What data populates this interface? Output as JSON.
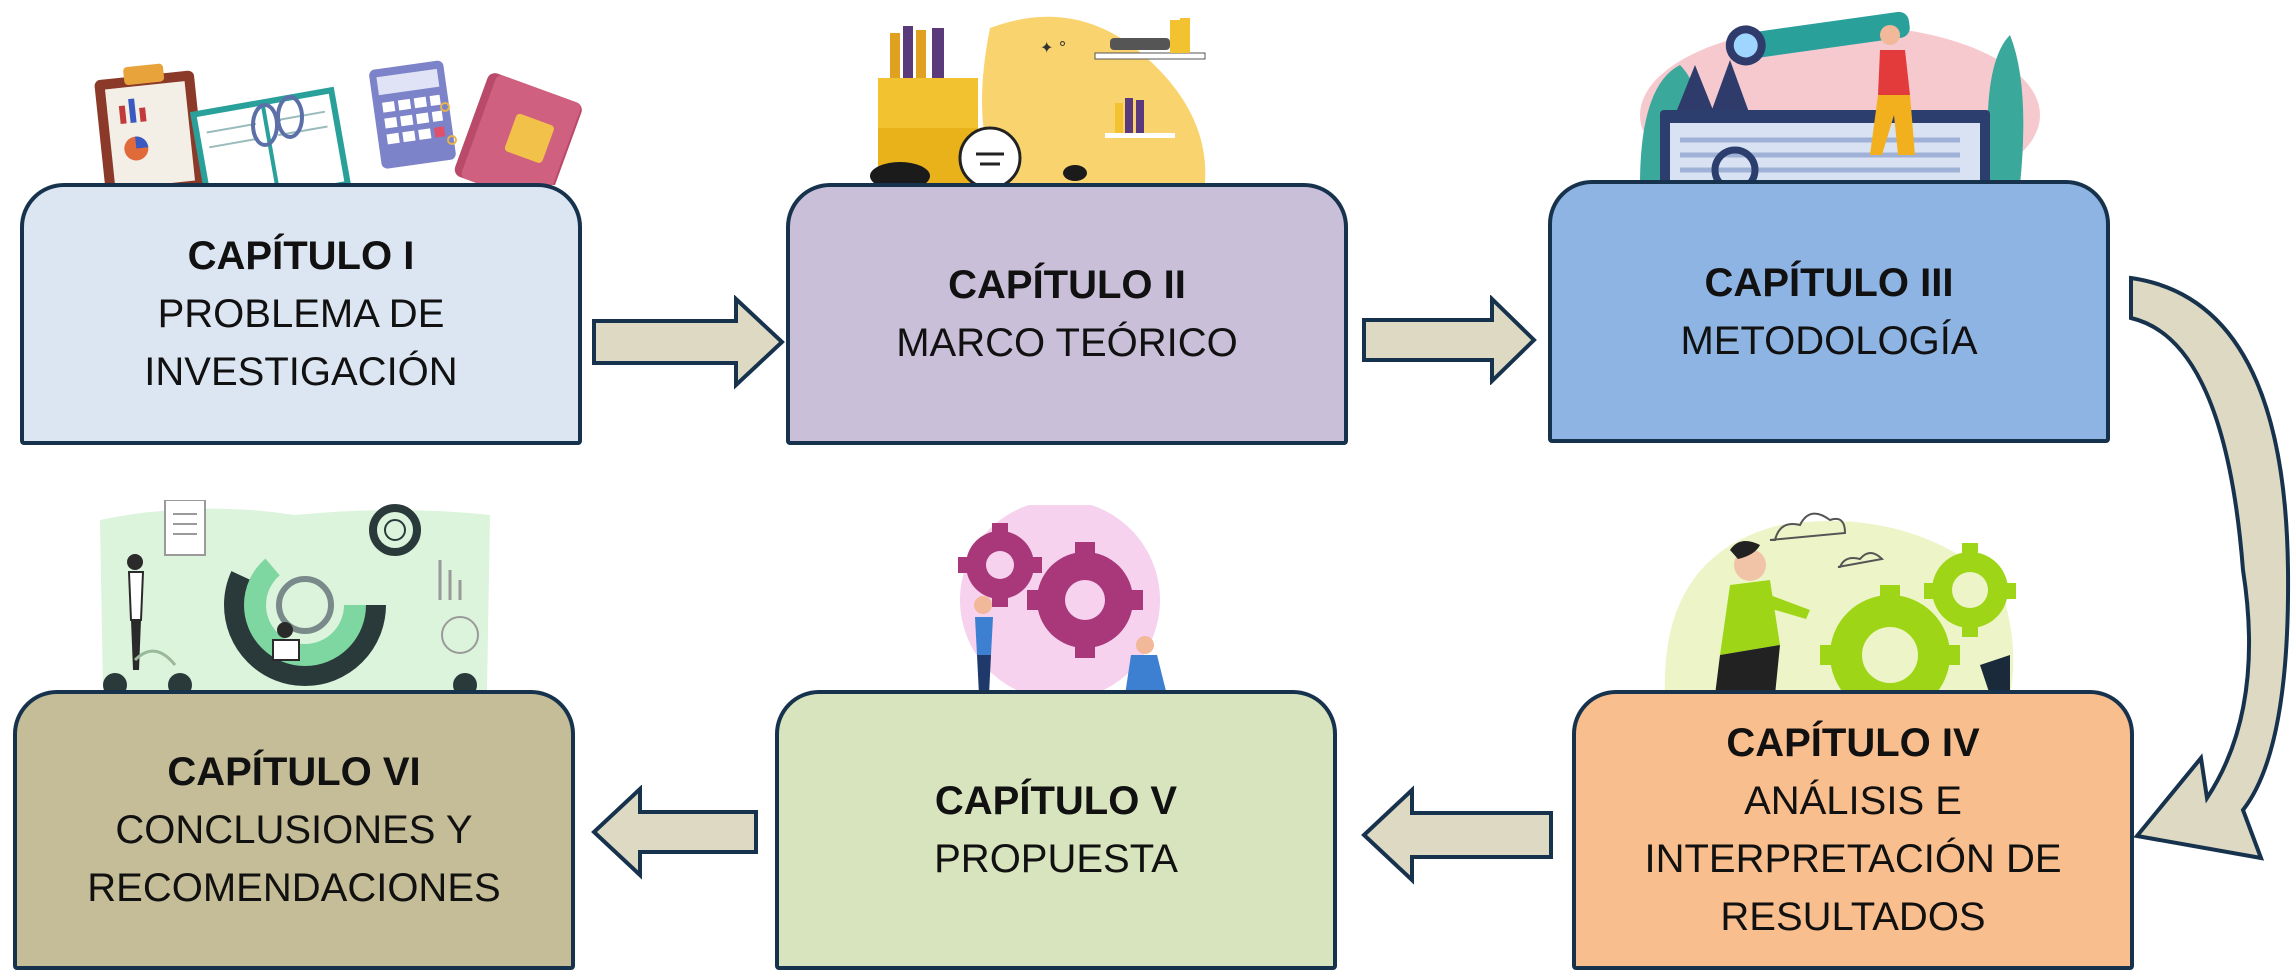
{
  "chapters": [
    {
      "title": "CAPÍTULO I",
      "line1": "PROBLEMA DE",
      "line2": "INVESTIGACIÓN",
      "line3": "",
      "color": "#dce6f2"
    },
    {
      "title": "CAPÍTULO II",
      "line1": "MARCO TEÓRICO",
      "line2": "",
      "line3": "",
      "color": "#c9bfd9"
    },
    {
      "title": "CAPÍTULO III",
      "line1": "METODOLOGÍA",
      "line2": "",
      "line3": "",
      "color": "#8eb4e3"
    },
    {
      "title": "CAPÍTULO IV",
      "line1": "ANÁLISIS E",
      "line2": "INTERPRETACIÓN DE",
      "line3": "RESULTADOS",
      "color": "#f9be8e"
    },
    {
      "title": "CAPÍTULO V",
      "line1": "PROPUESTA",
      "line2": "",
      "line3": "",
      "color": "#d7e4bd"
    },
    {
      "title": "CAPÍTULO VI",
      "line1": "CONCLUSIONES Y",
      "line2": "RECOMENDACIONES",
      "line3": "",
      "color": "#c4bd97"
    }
  ],
  "illustrations": {
    "ch1": "office-supplies-icon",
    "ch2": "bookshelf-icon",
    "ch3": "telescope-icon",
    "ch4": "gears-person-icon",
    "ch5": "teamwork-gears-icon",
    "ch6": "process-cycle-icon"
  },
  "colors": {
    "border": "#17324d",
    "arrow_fill": "#ddd9c3"
  }
}
